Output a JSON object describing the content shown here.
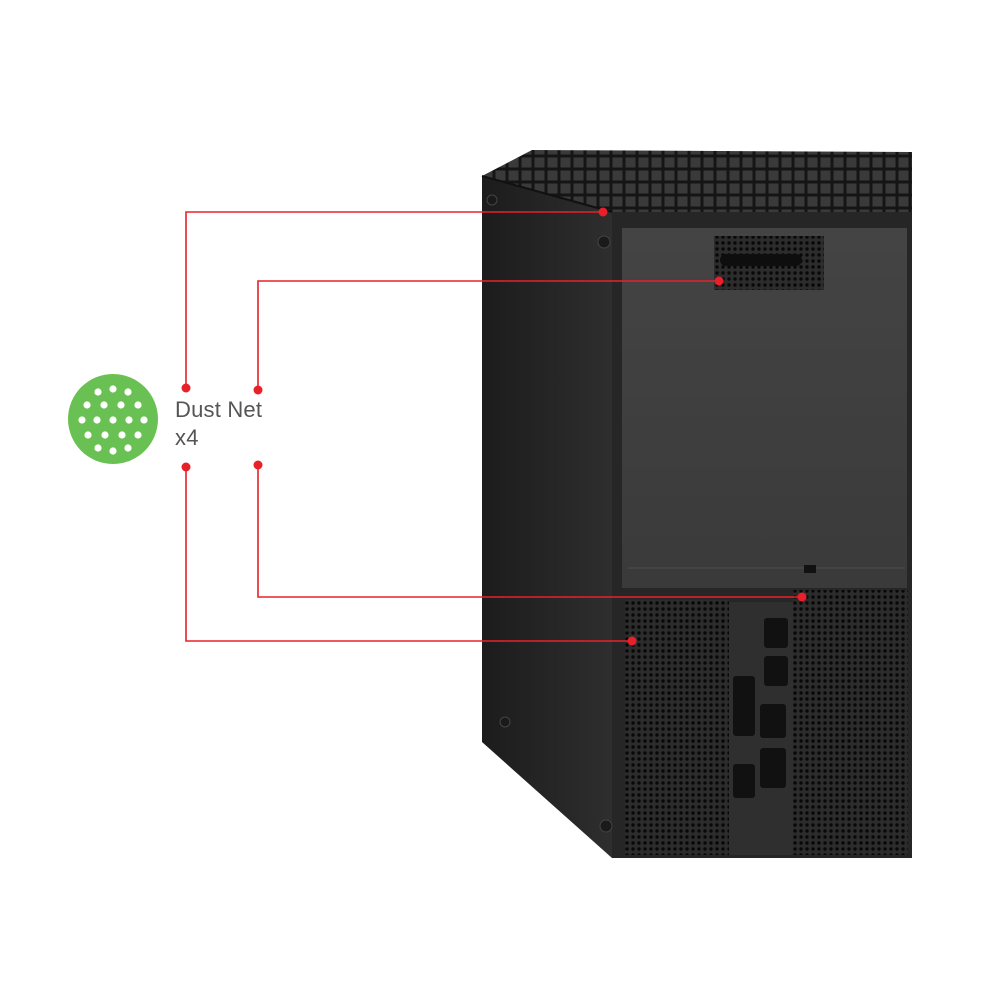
{
  "annotation": {
    "title": "Dust Net",
    "quantity": "x4"
  },
  "icons": {
    "badge": "dust-net-badge-icon"
  },
  "colors": {
    "callout_line": "#e8202a",
    "badge": "#6ac153",
    "console_body": "#2b2b2b",
    "console_panel": "#3a3a3a",
    "background": "#ffffff"
  },
  "callouts": [
    {
      "target": "top-vent-grille"
    },
    {
      "target": "rear-upper-vent"
    },
    {
      "target": "rear-lower-right-grille"
    },
    {
      "target": "rear-lower-left-grille"
    }
  ]
}
